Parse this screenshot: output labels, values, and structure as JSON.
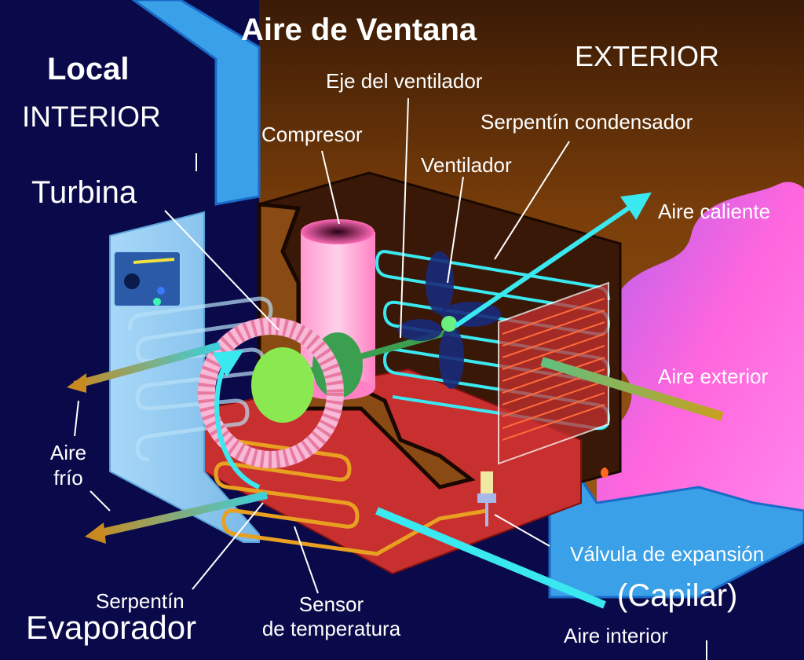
{
  "title": "Aire de Ventana",
  "regions": {
    "indoor_heading": "Local",
    "indoor": "INTERIOR",
    "outdoor": "EXTERIOR"
  },
  "labels": {
    "fan_shaft": "Eje del ventilador",
    "compressor": "Compresor",
    "condenser_coil": "Serpentín condensador",
    "fan": "Ventilador",
    "turbine": "Turbina",
    "hot_air": "Aire caliente",
    "outside_air": "Aire exterior",
    "cold_air_line1": "Aire",
    "cold_air_line2": "frío",
    "expansion_valve": "Válvula de expansión",
    "capillary": "(Capilar)",
    "evaporator_coil_line1": "Serpentín",
    "evaporator_coil_line2": "Evaporador",
    "temp_sensor_line1": "Sensor",
    "temp_sensor_line2": "de temperatura",
    "indoor_air": "Aire interior"
  },
  "colors": {
    "indoor_bg": "#0a0a4a",
    "outdoor_bg": "#7a3e0a",
    "wall": "#3aa0e8",
    "hot_air_cloud": "#ff66dd",
    "refrigerant_line": "#3ae8f0",
    "cold_air_arrow": "#c88a20",
    "chassis": "#c83030"
  }
}
